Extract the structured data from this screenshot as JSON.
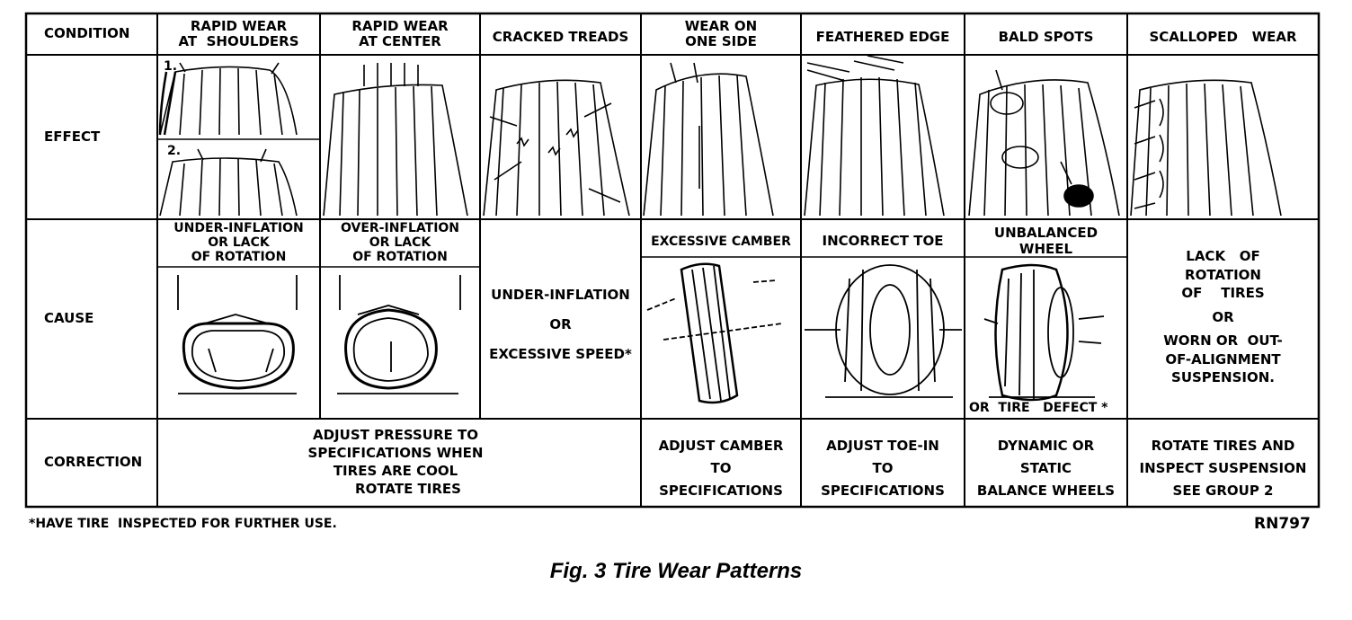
{
  "row_labels": {
    "condition": "CONDITION",
    "effect": "EFFECT",
    "cause": "CAUSE",
    "correction": "CORRECTION"
  },
  "conditions": [
    {
      "line1": "RAPID WEAR",
      "line2": "AT  SHOULDERS"
    },
    {
      "line1": "RAPID WEAR",
      "line2": "AT CENTER"
    },
    {
      "line1": "CRACKED TREADS",
      "line2": ""
    },
    {
      "line1": "WEAR ON",
      "line2": "ONE SIDE"
    },
    {
      "line1": "FEATHERED EDGE",
      "line2": ""
    },
    {
      "line1": "BALD SPOTS",
      "line2": ""
    },
    {
      "line1": "SCALLOPED   WEAR",
      "line2": ""
    }
  ],
  "effect_markers": {
    "one": "1.",
    "two": "2."
  },
  "causes": {
    "under_inflation": [
      "UNDER-INFLATION",
      "OR LACK",
      "OF ROTATION"
    ],
    "over_inflation": [
      "OVER-INFLATION",
      "OR LACK",
      "OF ROTATION"
    ],
    "cracked": [
      "UNDER-INFLATION",
      "OR",
      "EXCESSIVE SPEED*"
    ],
    "camber": "EXCESSIVE CAMBER",
    "toe": "INCORRECT TOE",
    "unbalanced": [
      "UNBALANCED",
      "WHEEL"
    ],
    "tire_defect": "OR  TIRE   DEFECT *",
    "scalloped": [
      "LACK   OF",
      "ROTATION",
      "OF    TIRES",
      "OR",
      "WORN OR  OUT-",
      "OF-ALIGNMENT",
      "SUSPENSION."
    ]
  },
  "corrections": {
    "pressure": [
      "ADJUST PRESSURE TO",
      "SPECIFICATIONS WHEN",
      "TIRES ARE COOL",
      "ROTATE TIRES"
    ],
    "camber": [
      "ADJUST CAMBER",
      "TO",
      "SPECIFICATIONS"
    ],
    "toe": [
      "ADJUST TOE-IN",
      "TO",
      "SPECIFICATIONS"
    ],
    "balance": [
      "DYNAMIC OR",
      "STATIC",
      "BALANCE WHEELS"
    ],
    "rotate": [
      "ROTATE TIRES AND",
      "INSPECT SUSPENSION",
      "SEE GROUP 2"
    ]
  },
  "footnote": "*HAVE TIRE  INSPECTED FOR FURTHER USE.",
  "figure_code": "RN797",
  "caption": "Fig. 3 Tire Wear Patterns"
}
